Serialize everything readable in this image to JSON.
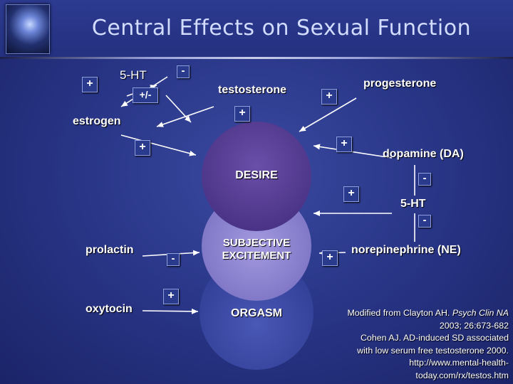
{
  "title": "Central Effects on Sexual Function",
  "labels": {
    "five_ht_top": "5-HT",
    "estrogen": "estrogen",
    "testosterone": "testosterone",
    "progesterone": "progesterone",
    "dopamine": "dopamine (DA)",
    "five_ht_right": "5-HT",
    "norepinephrine": "norepinephrine (NE)",
    "prolactin": "prolactin",
    "oxytocin": "oxytocin"
  },
  "circles": {
    "desire": "DESIRE",
    "excitement_line1": "SUBJECTIVE",
    "excitement_line2": "EXCITEMENT",
    "orgasm": "ORGASM"
  },
  "signs": {
    "plus_far_left": "+",
    "minus_top": "-",
    "plusminus": "+/-",
    "plus_progesterone": "+",
    "plus_testosterone": "+",
    "plus_estrogen": "+",
    "plus_desire_right": "+",
    "minus_dopamine": "-",
    "plus_excitement_right": "+",
    "minus_five_ht": "-",
    "minus_prolactin": "-",
    "plus_ne": "+",
    "plus_oxytocin": "+"
  },
  "citation": {
    "line1_prefix": "Modified from Clayton AH. ",
    "line1_journal": "Psych Clin NA",
    "line2": "2003; 26:673-682",
    "line3": "Cohen AJ. AD-induced SD associated",
    "line4": "with low serum free testosterone 2000.",
    "line5": "http://www.mental-health-",
    "line6": "today.com/rx/testos.htm"
  },
  "colors": {
    "desire_fill": "#583e98",
    "excitement_fill": "#8a82cc",
    "orgasm_fill": "#3e4aa2",
    "arrow": "#ffffff"
  }
}
